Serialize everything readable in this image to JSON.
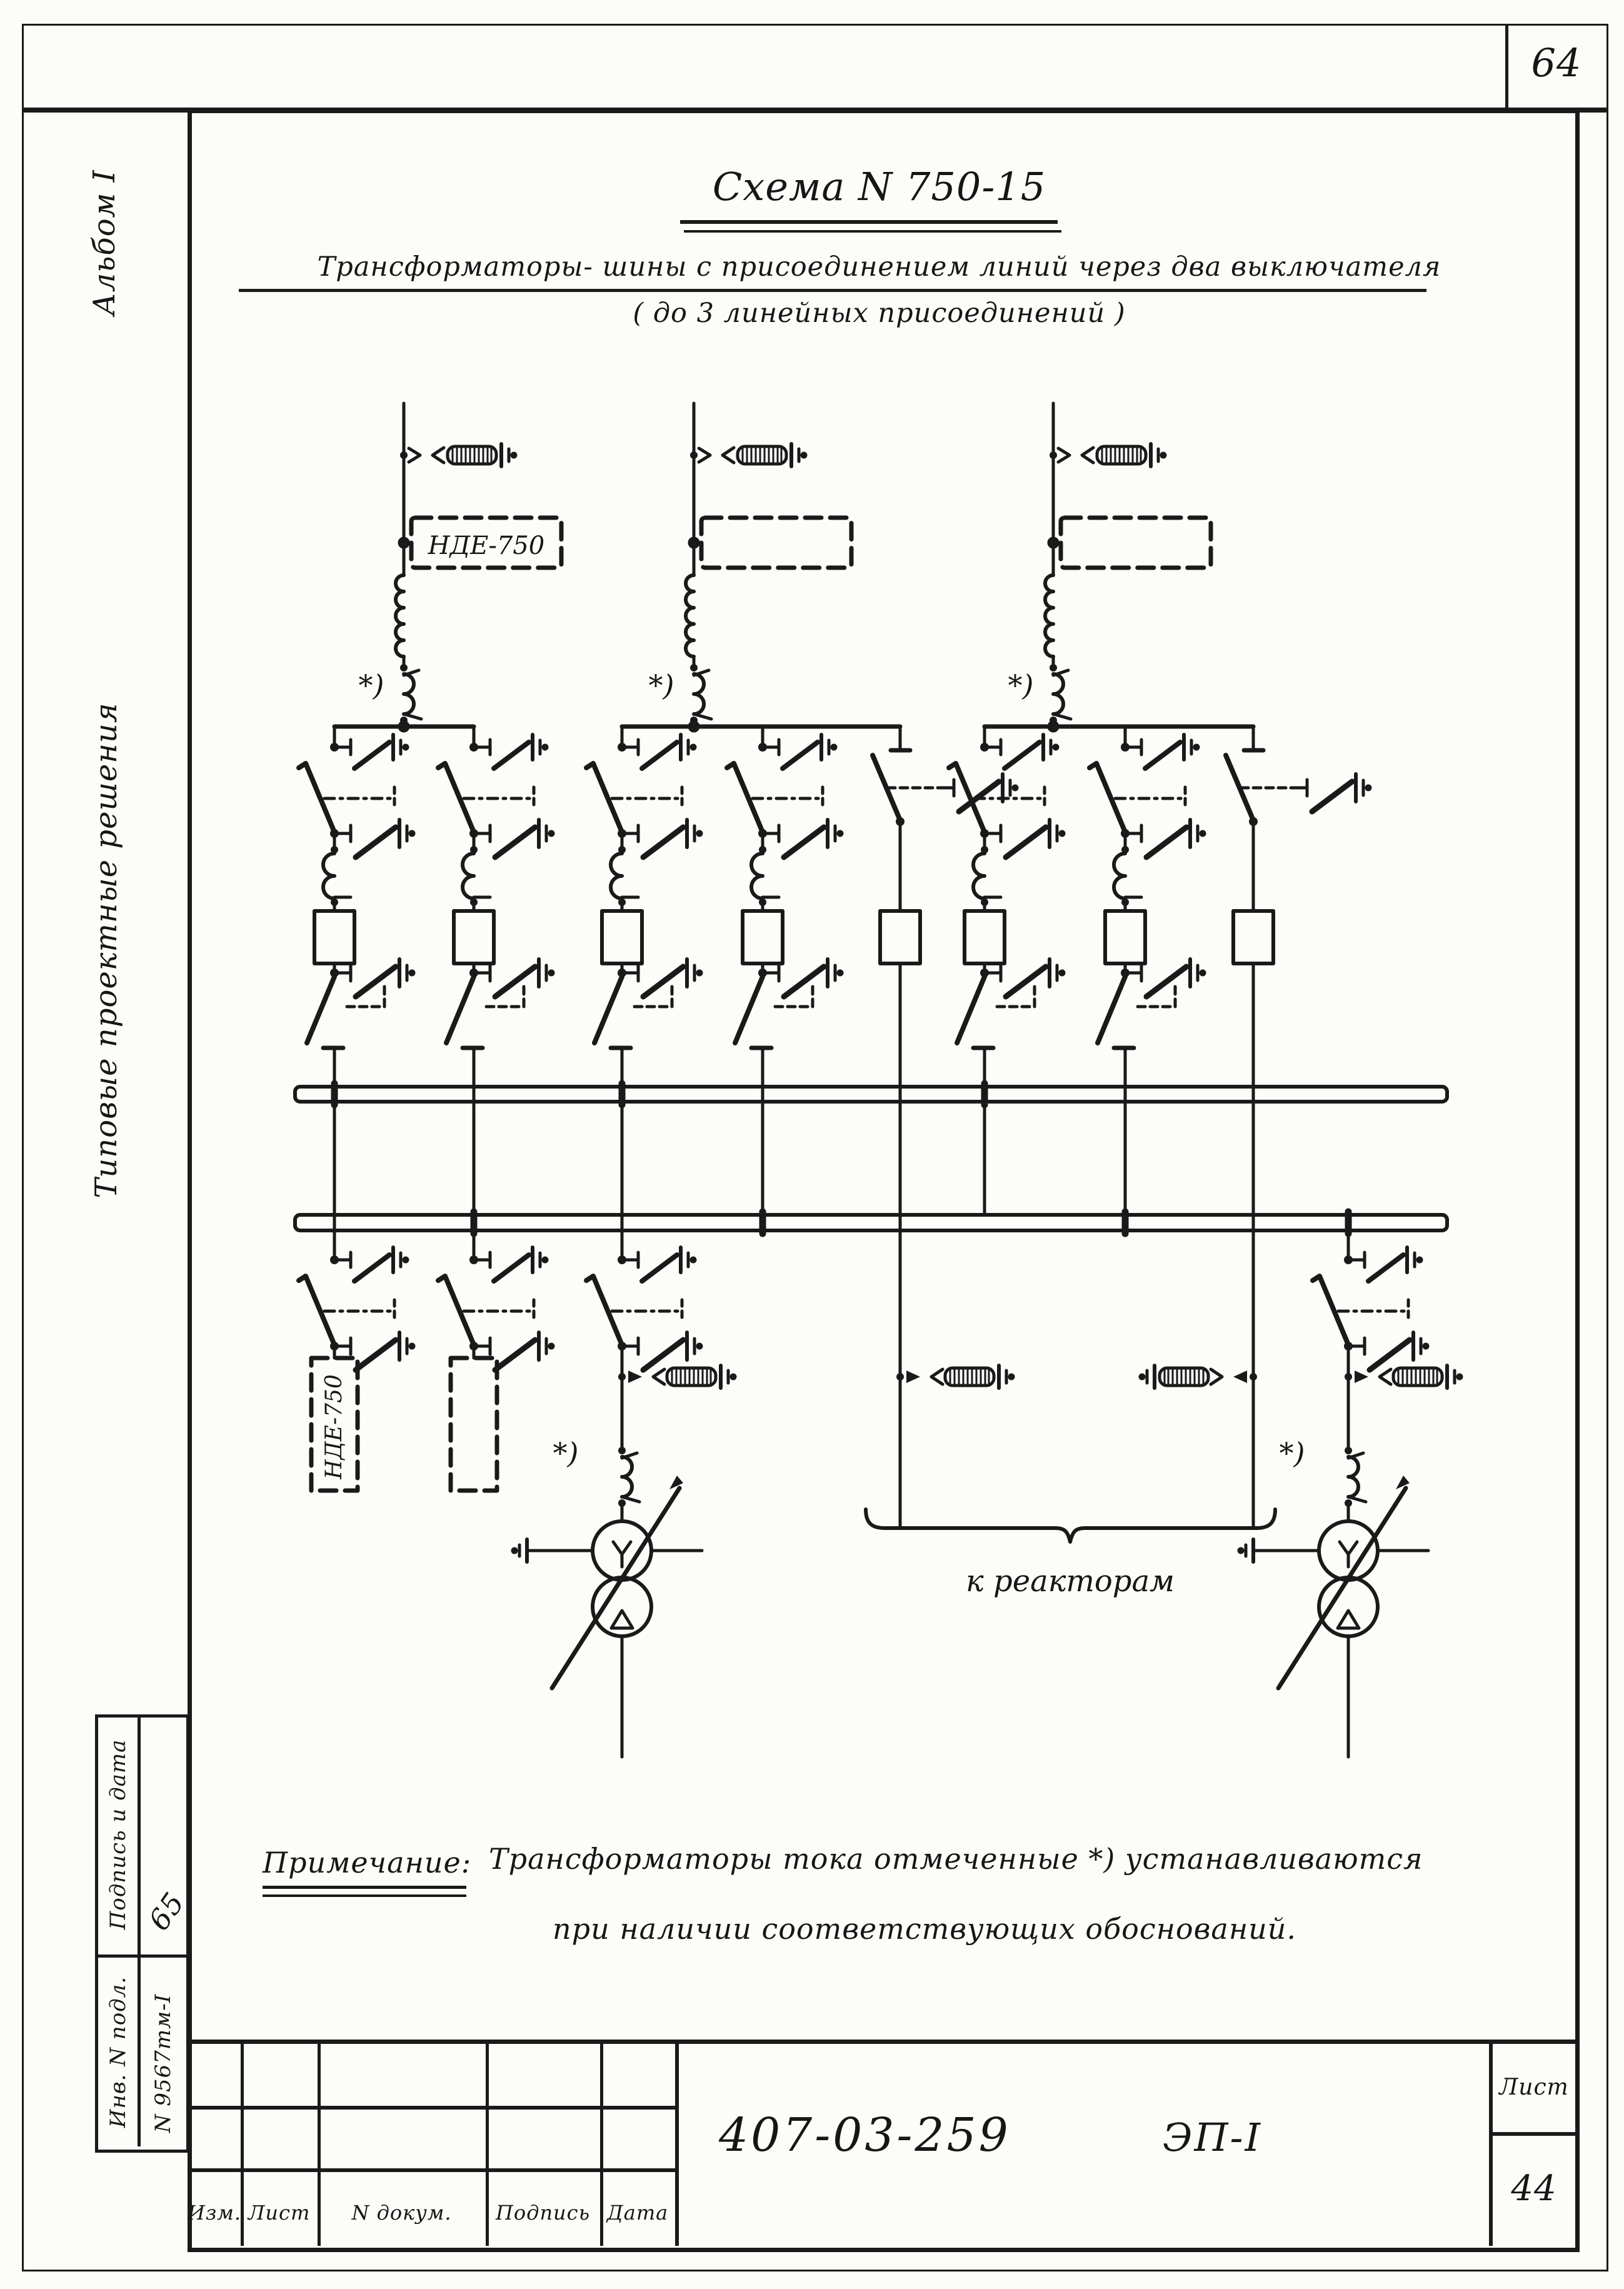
{
  "page": {
    "number": "64"
  },
  "margin": {
    "album": "Альбом I",
    "series": "Типовые проектные решения"
  },
  "stamp": {
    "signature_date": "Подпись и дата",
    "inventory": "Инв. N подл.",
    "doc_no": "N 9567тм-I",
    "mark": "65"
  },
  "title": {
    "main": "Схема N 750-15",
    "sub1": "Трансформаторы- шины с присоединением линий через два выключателя",
    "sub2": "( до 3 линейных присоединений )"
  },
  "schematic": {
    "device_label": "НДЕ-750",
    "device_label_lower": "НДЕ-750",
    "asterisk": "*)",
    "reactors_label": "к реакторам"
  },
  "note": {
    "label": "Примечание:",
    "line1": "Трансформаторы тока отмеченные *) устанавливаются",
    "line2": "при наличии соответствующих обоснований."
  },
  "titleblock": {
    "doc_number": "407-03-259",
    "code": "ЭП-I",
    "sheet_label": "Лист",
    "sheet_number": "44",
    "cols": [
      "Изм.",
      "Лист",
      "N докум.",
      "Подпись",
      "Дата"
    ]
  }
}
